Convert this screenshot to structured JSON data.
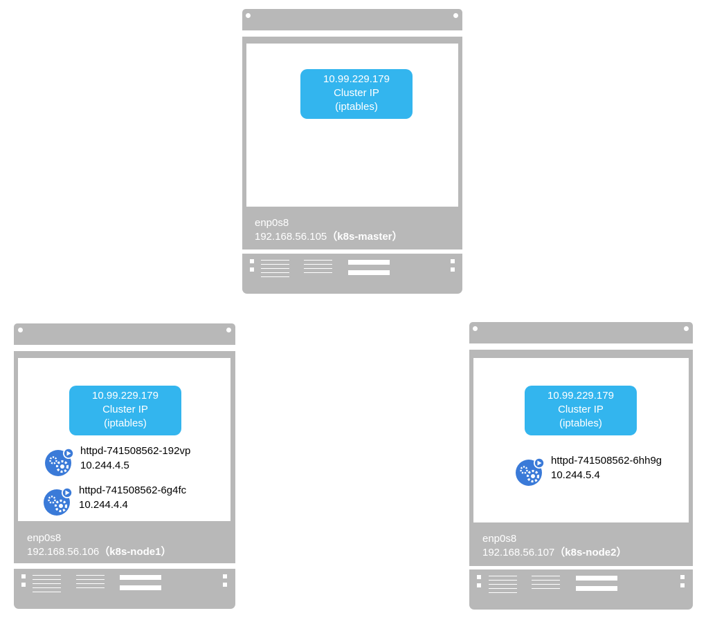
{
  "colors": {
    "server_gray": "#b8b8b8",
    "cluster_ip_blue": "#33b5ee",
    "pod_icon_blue": "#3a7ad8"
  },
  "servers": {
    "master": {
      "cluster_ip": {
        "address": "10.99.229.179",
        "label": "Cluster IP",
        "mode": "(iptables)"
      },
      "interface": "enp0s8",
      "ip": "192.168.56.105",
      "host": "（k8s-master）",
      "pods": []
    },
    "node1": {
      "cluster_ip": {
        "address": "10.99.229.179",
        "label": "Cluster IP",
        "mode": "(iptables)"
      },
      "interface": "enp0s8",
      "ip": "192.168.56.106",
      "host": "（k8s-node1）",
      "pods": [
        {
          "name": "httpd-741508562-192vp",
          "ip": "10.244.4.5",
          "icon": "pod-gear-play-icon"
        },
        {
          "name": "httpd-741508562-6g4fc",
          "ip": "10.244.4.4",
          "icon": "pod-gear-play-icon"
        }
      ]
    },
    "node2": {
      "cluster_ip": {
        "address": "10.99.229.179",
        "label": "Cluster IP",
        "mode": "(iptables)"
      },
      "interface": "enp0s8",
      "ip": "192.168.56.107",
      "host": "（k8s-node2）",
      "pods": [
        {
          "name": "httpd-741508562-6hh9g",
          "ip": "10.244.5.4",
          "icon": "pod-gear-play-icon"
        }
      ]
    }
  }
}
